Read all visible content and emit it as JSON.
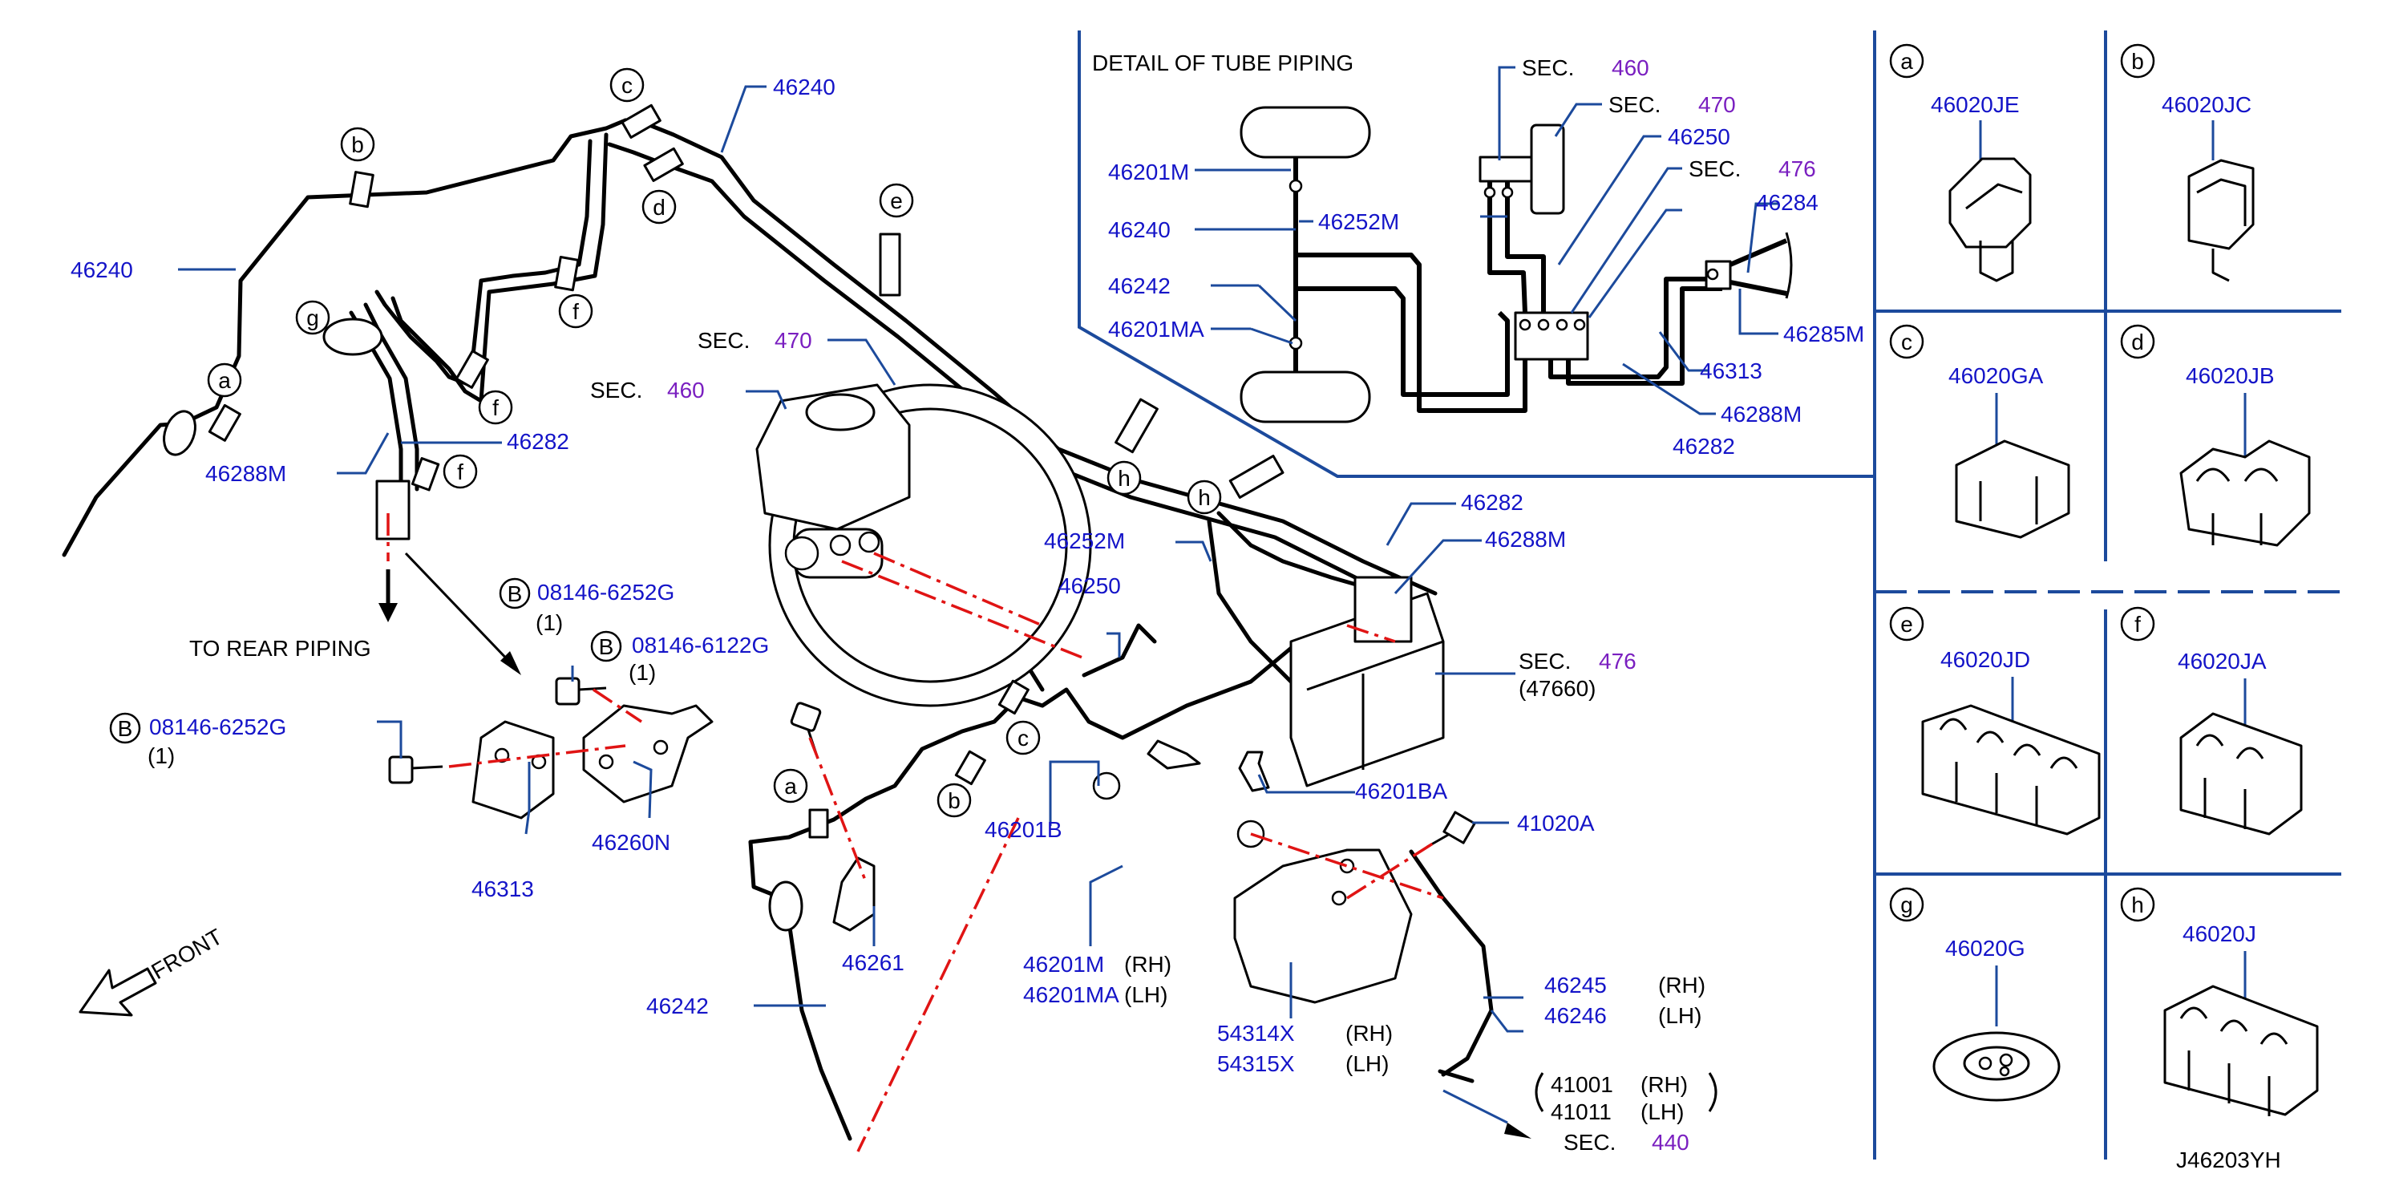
{
  "diagram_code": "J46203YH",
  "detail_title": "DETAIL  OF  TUBE  PIPING",
  "to_rear": "TO   REAR    PIPING",
  "front": "FRONT",
  "sec_word": "SEC.",
  "sec_values": {
    "s460": "460",
    "s470": "470",
    "s476": "476",
    "s440": "440"
  },
  "sec_476_sub": "(47660)",
  "bolt_marker": "B",
  "bolts": {
    "b1_part": "08146-6252G",
    "b1_qty": "(1)",
    "b2_part": "08146-6122G",
    "b2_qty": "(1)",
    "b3_part": "08146-6252G",
    "b3_qty": "(1)"
  },
  "parts": {
    "p46240a": "46240",
    "p46240b": "46240",
    "p46288M": "46288M",
    "p46282": "46282",
    "p46313": "46313",
    "p46260N": "46260N",
    "p46252M": "46252M",
    "p46250": "46250",
    "p46282b": "46282",
    "p46288Mb": "46288M",
    "p46201BA": "46201BA",
    "p41020A": "41020A",
    "p46201B": "46201B",
    "p46261": "46261",
    "p46242": "46242",
    "p46201M": "46201M",
    "p46201MA": "46201MA",
    "p54314X": "54314X",
    "p54315X": "54315X",
    "p46245": "46245",
    "p46246": "46246",
    "p41001": "41001",
    "p41011": "41011"
  },
  "side": {
    "rh": "(RH)",
    "lh": "(LH)"
  },
  "detail": {
    "p46201M": "46201M",
    "p46240": "46240",
    "p46242": "46242",
    "p46201MA": "46201MA",
    "p46252M": "46252M",
    "p46250": "46250",
    "p46284": "46284",
    "p46285M": "46285M",
    "p46313": "46313",
    "p46288M": "46288M",
    "p46282": "46282"
  },
  "clip_letters": {
    "a": "a",
    "b": "b",
    "c": "c",
    "d": "d",
    "e": "e",
    "f": "f",
    "g": "g",
    "h": "h"
  },
  "clips": {
    "a": "46020JE",
    "b": "46020JC",
    "c": "46020GA",
    "d": "46020JB",
    "e": "46020JD",
    "f": "46020JA",
    "g": "46020G",
    "h": "46020J"
  },
  "colors": {
    "part_number": "#1414c8",
    "section": "#7a1fc0",
    "leader": "#1c4a9c",
    "chain": "#e01414"
  }
}
